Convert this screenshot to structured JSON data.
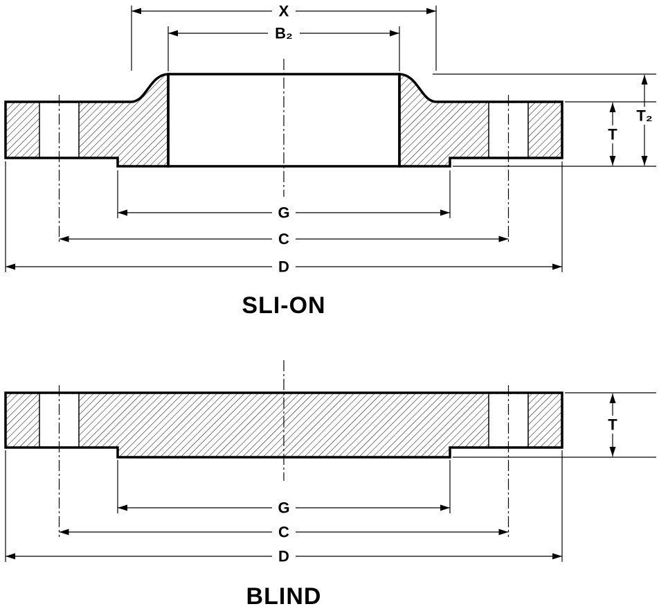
{
  "page": {
    "background_color": "#ffffff",
    "line_color": "#000000"
  },
  "drawings": {
    "slip_on": {
      "title": "SLI-ON",
      "labels": {
        "x": "X",
        "b2": "B₂",
        "g": "G",
        "c": "C",
        "d": "D",
        "t": "T",
        "t2": "T₂"
      }
    },
    "blind": {
      "title": "BLIND",
      "labels": {
        "g": "G",
        "c": "C",
        "d": "D",
        "t": "T"
      }
    }
  }
}
